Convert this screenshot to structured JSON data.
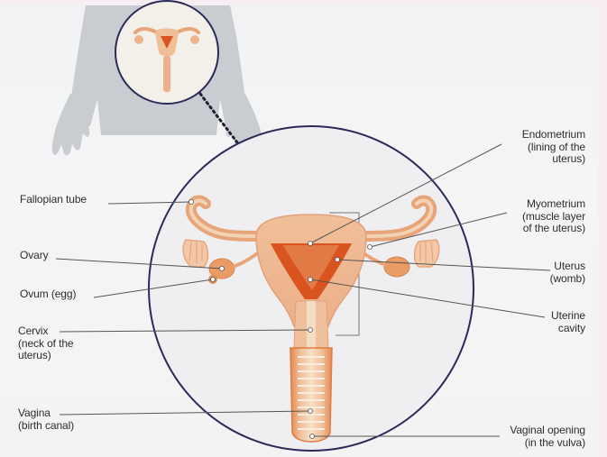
{
  "labels": {
    "fallopian_tube": "Fallopian tube",
    "ovary": "Ovary",
    "ovum": "Ovum (egg)",
    "cervix": "Cervix\n(neck of the\nuterus)",
    "vagina": "Vagina\n(birth canal)",
    "endometrium": "Endometrium\n(lining of the\nuterus)",
    "myometrium": "Myometrium\n(muscle layer\nof the uterus)",
    "uterus": "Uterus\n(womb)",
    "uterine_cavity": "Uterine\ncavity",
    "vaginal_opening": "Vaginal opening\n(in the vulva)"
  },
  "colors": {
    "silhouette": "#c9ccd0",
    "circle_outline": "#2b2a5a",
    "uterus_fill": "#f2c49e",
    "uterus_dark": "#e7965f",
    "endometrium": "#d9541e",
    "leader_line": "#555555"
  }
}
